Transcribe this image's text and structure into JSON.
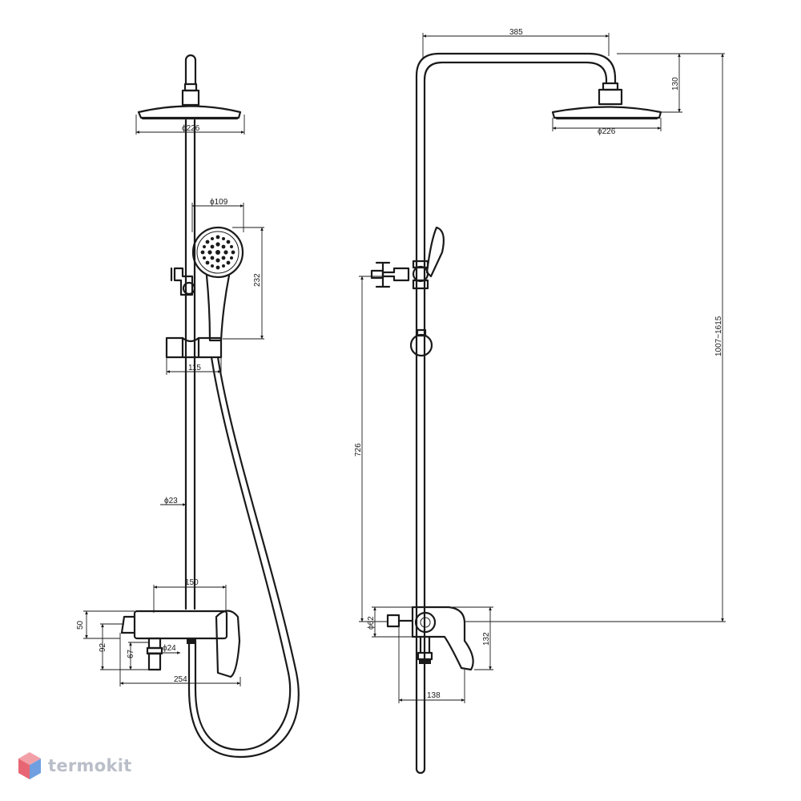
{
  "dimensions": {
    "left": {
      "showerhead_diameter": "ϕ226",
      "handshower_diameter": "ϕ109",
      "handshower_length": "232",
      "holder_width": "115",
      "pipe_diameter": "ϕ23",
      "mixer_width": "150",
      "outlet_diameter": "ϕ24",
      "total_width": "254",
      "height_50": "50",
      "height_92": "92",
      "height_67": "67"
    },
    "right": {
      "arm_length": "385",
      "head_drop": "130",
      "showerhead_diameter": "ϕ226",
      "total_height": "1007~1615",
      "bracket_height": "726",
      "inlet_diameter": "ϕ62",
      "mixer_height": "132",
      "mixer_depth": "138"
    }
  },
  "brand": {
    "name": "termokit",
    "colors": {
      "top": "#f2a0a8",
      "left": "#e86673",
      "right": "#6f9fe0",
      "text": "#b9bec9"
    }
  }
}
